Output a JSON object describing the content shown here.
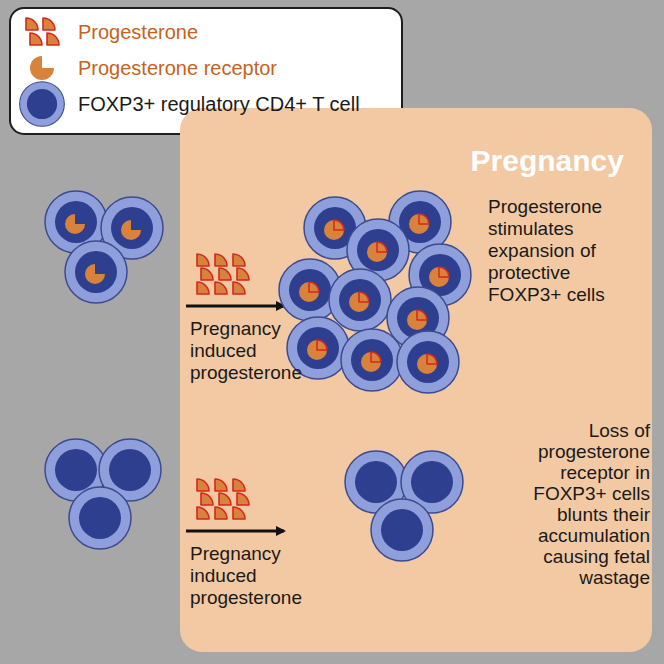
{
  "diagram": {
    "nodes": [
      {
        "text": [
          "Pregnancy"
        ]
      }
    ],
    "labels": [
      "Pregnancy induced progesterone",
      "Progesterone stimulates expansion of protective FOXP3+ cells",
      "Pregnancy induced progesterone",
      "Loss of progesterone receptor in FOXP3+ cells blunts their accumulation causing fetal wastage"
    ],
    "legend": [
      {
        "text": "Progesterone"
      },
      {
        "text": "Progesterone receptor"
      },
      {
        "text": "FOXP3+ regulatory CD4+ T cell"
      }
    ]
  }
}
